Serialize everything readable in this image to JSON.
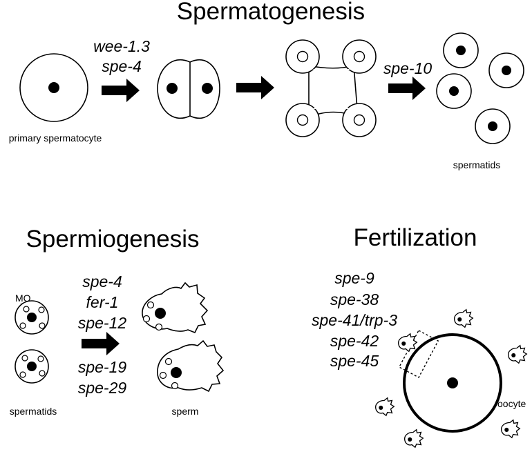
{
  "spermatogenesis": {
    "title": "Spermatogenesis",
    "genes_step1": [
      "wee-1.3",
      "spe-4"
    ],
    "genes_step3": [
      "spe-10"
    ],
    "primary_label": "primary spermatocyte",
    "spermatids_label": "spermatids"
  },
  "spermiogenesis": {
    "title": "Spermiogenesis",
    "mo_label": "MO",
    "genes": [
      "spe-4",
      "fer-1",
      "spe-12",
      "spe-19",
      "spe-29"
    ],
    "spermatids_label": "spermatids",
    "sperm_label": "sperm"
  },
  "fertilization": {
    "title": "Fertilization",
    "genes": [
      "spe-9",
      "spe-38",
      "spe-41/trp-3",
      "spe-42",
      "spe-45"
    ],
    "oocyte_label": "oocyte"
  },
  "colors": {
    "ink": "#000000",
    "background": "#ffffff"
  }
}
